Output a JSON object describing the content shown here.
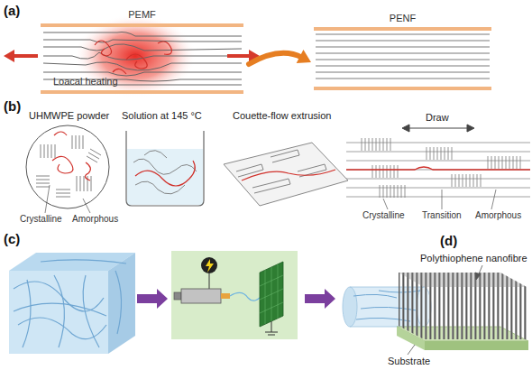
{
  "diagram": {
    "nodes": [
      {
        "text": [
          "PEMF",
          "Loacal heating"
        ]
      },
      {
        "text": [
          "PENF"
        ]
      }
    ],
    "edges": [
      {
        "from": 0,
        "to": 1,
        "arrow": "to"
      }
    ],
    "labels": [
      "(a)",
      "(b)",
      "UHMWPE powder",
      "Solution at 145 °C",
      "Couette-flow extrusion",
      "Draw",
      "Crystalline",
      "Amorphous",
      "Crystalline",
      "Transition",
      "Amorphous",
      "(c)",
      "(d)",
      "Polythiophene nanofibre",
      "Substrate"
    ]
  }
}
